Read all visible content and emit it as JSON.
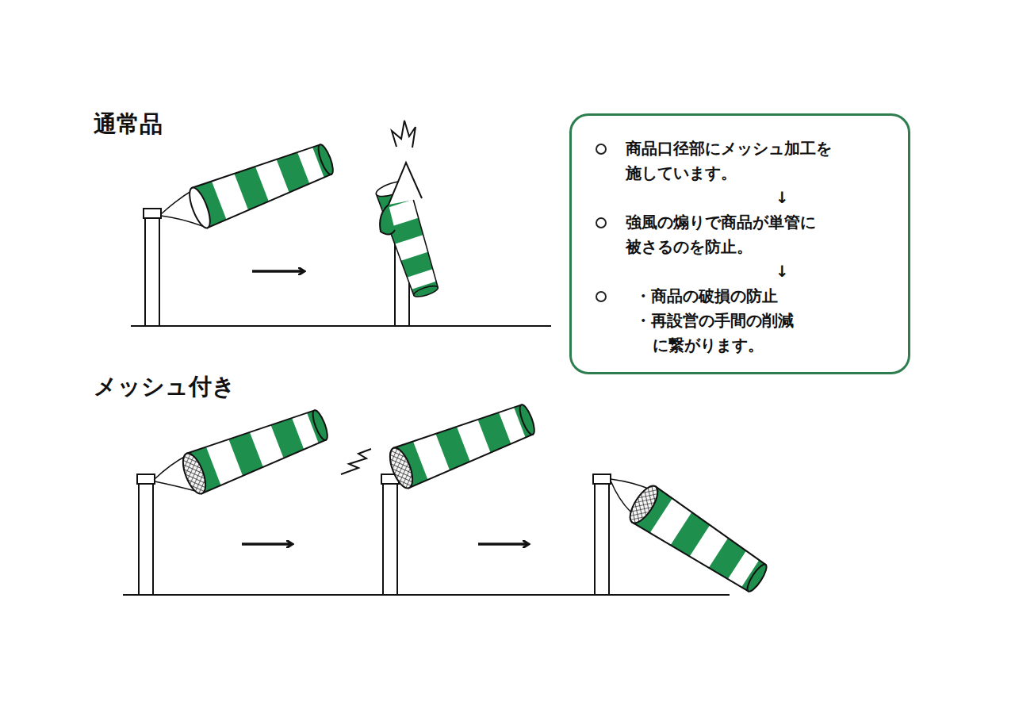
{
  "diagram": {
    "nodes": [
      {
        "text": [
          "商品口径部にメッシュ加工を施しています。",
          "↓",
          "強風の煽りで商品が単管に被さるのを防止。",
          "↓",
          "・商品の破損の防止",
          "・再設営の手間の削減",
          "に繋がります。"
        ]
      }
    ],
    "labels": [
      "通常品",
      "メッシュ付き"
    ]
  }
}
